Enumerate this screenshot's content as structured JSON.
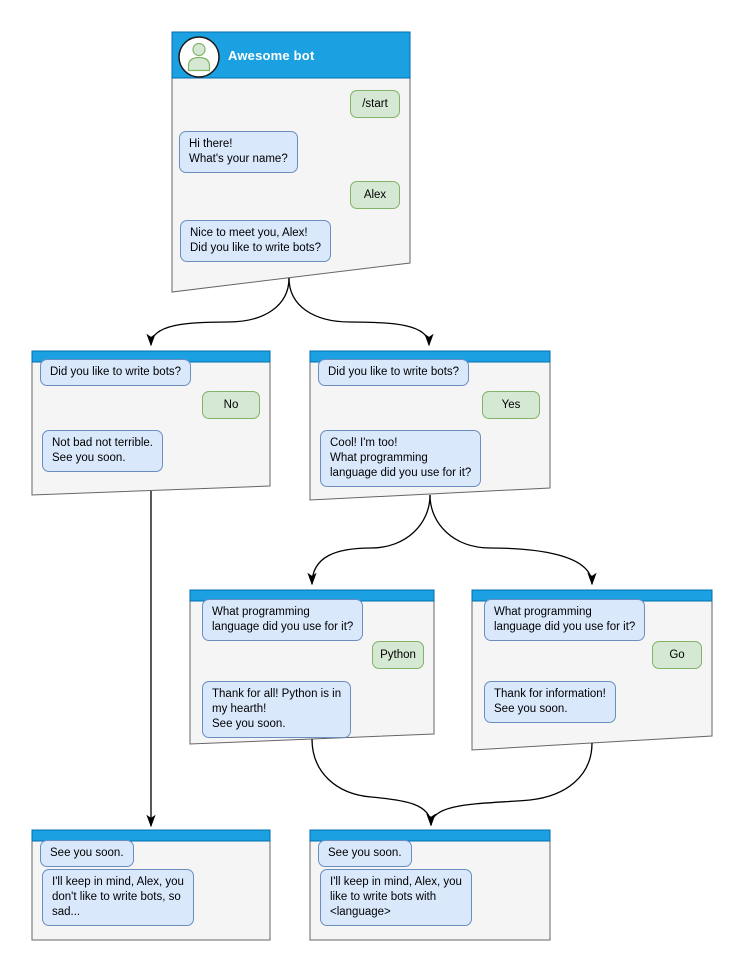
{
  "diagram": {
    "kind": "chat-bot-conversation-flowchart",
    "palette": {
      "header_blue": "#1ba1e2",
      "header_stroke": "#006eaf",
      "window_fill": "#f5f5f5",
      "window_stroke": "#666666",
      "bot_bubble_fill": "#dae8fc",
      "bot_bubble_stroke": "#6c8ebf",
      "user_bubble_fill": "#d5e8d4",
      "user_bubble_stroke": "#82b366",
      "arrow_color": "#000000"
    },
    "start": {
      "title": "Awesome bot",
      "avatar": "person-icon",
      "start_command": "/start",
      "greeting": "Hi there!\nWhat's your name?",
      "name_reply": "Alex",
      "nice_to_meet": "Nice to meet you, Alex!\nDid you like to write bots?"
    },
    "no_branch": {
      "question": "Did you like to write bots?",
      "answer": "No",
      "response": "Not bad not terrible.\nSee you soon."
    },
    "yes_branch": {
      "question": "Did you like to write bots?",
      "answer": "Yes",
      "response": "Cool! I'm too!\nWhat programming\nlanguage did you use for it?"
    },
    "python_branch": {
      "question": "What programming\nlanguage did you use for it?",
      "answer": "Python",
      "response": "Thank for all! Python is in\nmy hearth!\nSee you soon."
    },
    "go_branch": {
      "question": "What programming\nlanguage did you use for it?",
      "answer": "Go",
      "response": "Thank for information!\nSee you soon."
    },
    "end_no": {
      "question": "See you soon.",
      "response": "I'll keep in mind, Alex, you\ndon't like to write bots, so\nsad..."
    },
    "end_yes": {
      "question": "See you soon.",
      "response": "I'll keep in mind, Alex, you\nlike to write bots with\n<language>"
    }
  }
}
